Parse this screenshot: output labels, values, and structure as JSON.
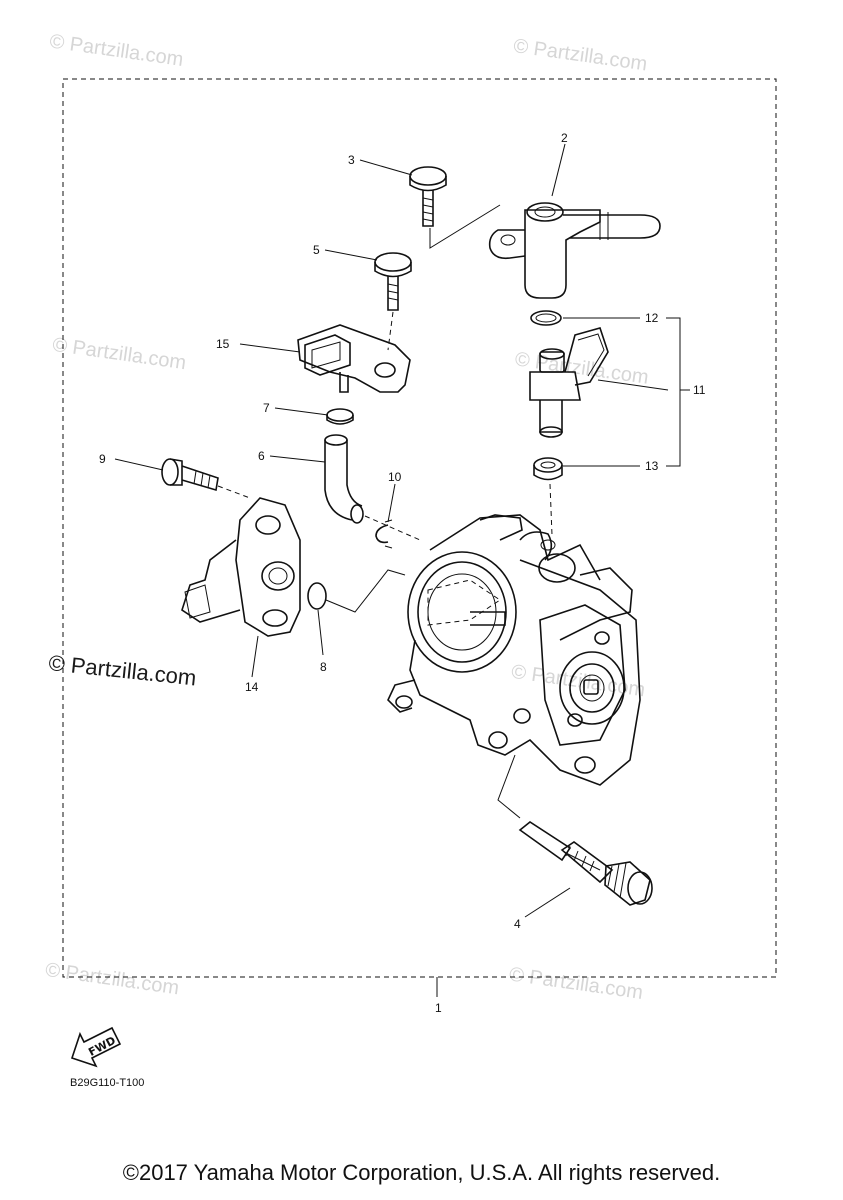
{
  "watermarks": {
    "text": "© Partzilla.com",
    "main_text": "© Partzilla.com"
  },
  "callouts": [
    {
      "num": "1"
    },
    {
      "num": "2"
    },
    {
      "num": "3"
    },
    {
      "num": "4"
    },
    {
      "num": "5"
    },
    {
      "num": "6"
    },
    {
      "num": "7"
    },
    {
      "num": "8"
    },
    {
      "num": "9"
    },
    {
      "num": "10"
    },
    {
      "num": "11"
    },
    {
      "num": "12"
    },
    {
      "num": "13"
    },
    {
      "num": "14"
    },
    {
      "num": "15"
    }
  ],
  "fwd_label": "FWD",
  "diagram_code": "B29G110-T100",
  "copyright": "©2017 Yamaha Motor Corporation, U.S.A. All rights reserved."
}
